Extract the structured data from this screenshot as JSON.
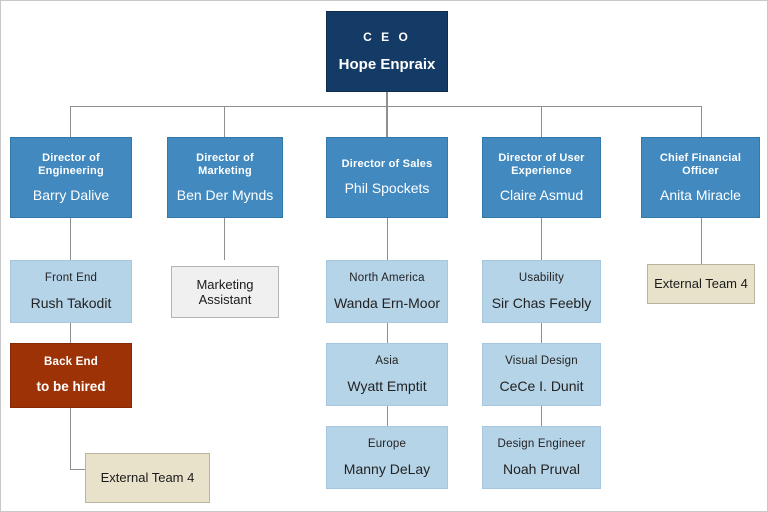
{
  "colors": {
    "ceo_bg": "#143a66",
    "director_bg": "#4189bf",
    "light_bg": "#b6d4e8",
    "red_bg": "#9c3206",
    "gray_bg": "#f0f0f0",
    "beige_bg": "#e9e2cb",
    "connector": "#8f8f8f",
    "page_border": "#c8c8c8"
  },
  "nodes": {
    "ceo": {
      "title": "C E O",
      "name": "Hope Enpraix"
    },
    "dir_engineering": {
      "title": "Director of Engineering",
      "name": "Barry Dalive"
    },
    "dir_marketing": {
      "title": "Director of Marketing",
      "name": "Ben Der Mynds"
    },
    "dir_sales": {
      "title": "Director of Sales",
      "name": "Phil Spockets"
    },
    "dir_ux": {
      "title": "Director of User Experience",
      "name": "Claire Asmud"
    },
    "cfo": {
      "title": "Chief Financial Officer",
      "name": "Anita Miracle"
    },
    "front_end": {
      "title": "Front End",
      "name": "Rush Takodit"
    },
    "back_end": {
      "title": "Back End",
      "name": "to be hired"
    },
    "marketing_assistant": {
      "name": "Marketing Assistant"
    },
    "north_america": {
      "title": "North America",
      "name": "Wanda Ern-Moor"
    },
    "asia": {
      "title": "Asia",
      "name": "Wyatt Emptit"
    },
    "europe": {
      "title": "Europe",
      "name": "Manny DeLay"
    },
    "usability": {
      "title": "Usability",
      "name": "Sir Chas Feebly"
    },
    "visual_design": {
      "title": "Visual Design",
      "name": "CeCe I. Dunit"
    },
    "design_engineer": {
      "title": "Design Engineer",
      "name": "Noah Pruval"
    },
    "external_team_cfo": {
      "name": "External Team 4"
    },
    "external_team_eng": {
      "name": "External Team 4"
    }
  }
}
